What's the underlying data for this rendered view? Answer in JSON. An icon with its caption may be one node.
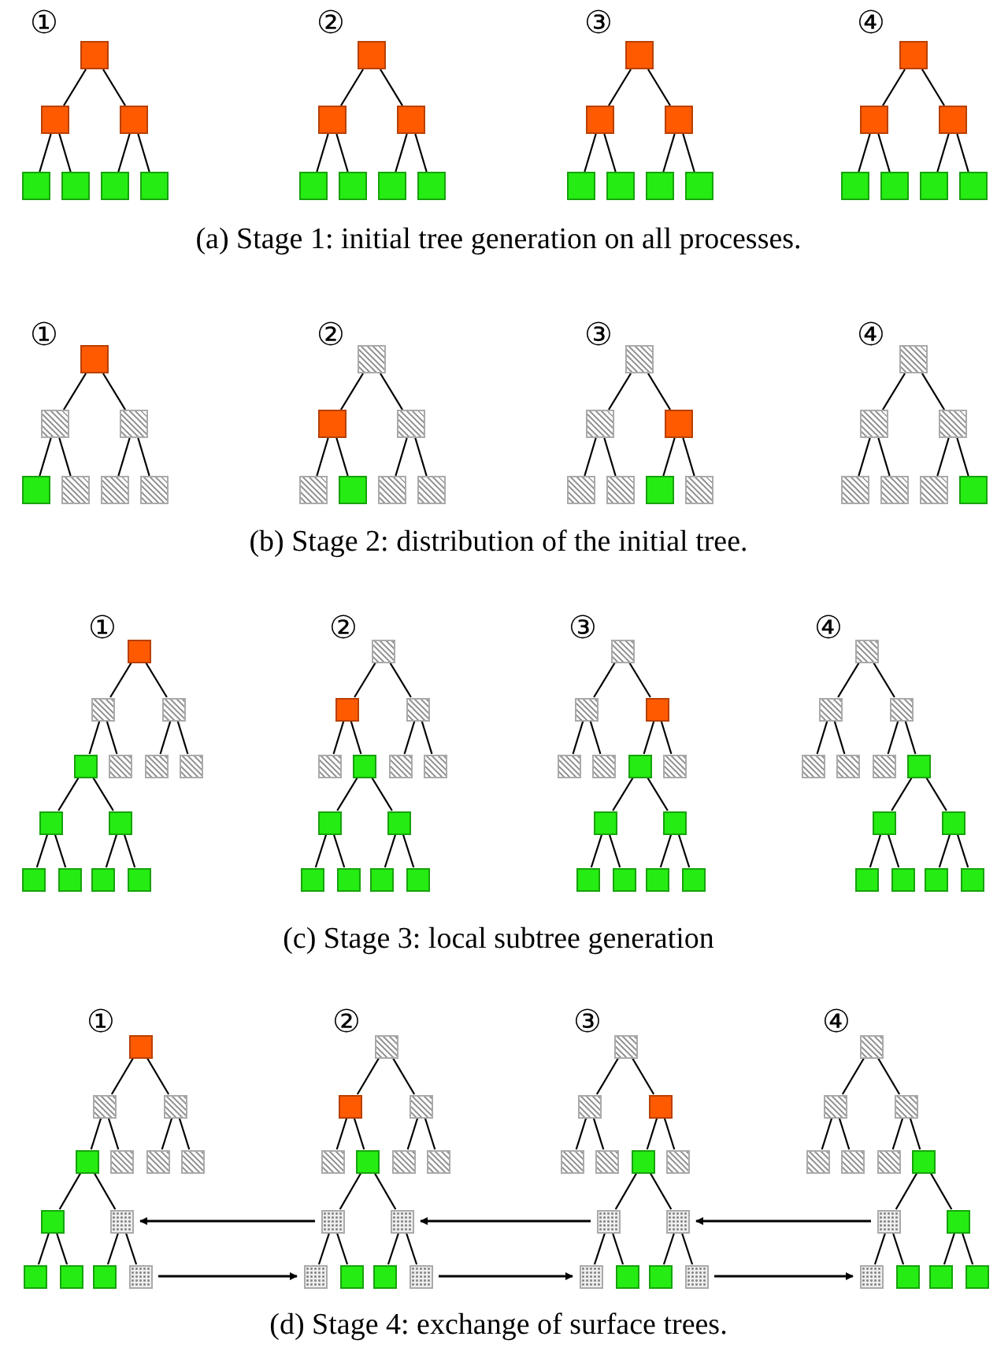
{
  "diagram": {
    "nodes": [
      {
        "text": [],
        "shape": "box"
      },
      {
        "text": [],
        "shape": "box"
      },
      {
        "text": [],
        "shape": "box"
      },
      {
        "text": [],
        "shape": "box"
      },
      {
        "text": [],
        "shape": "box"
      },
      {
        "text": [],
        "shape": "box"
      },
      {
        "text": [],
        "shape": "box"
      },
      {
        "text": [],
        "shape": "box"
      },
      {
        "text": [],
        "shape": "box"
      },
      {
        "text": [],
        "shape": "box"
      },
      {
        "text": [],
        "shape": "box"
      },
      {
        "text": [],
        "shape": "box"
      },
      {
        "text": [],
        "shape": "box"
      },
      {
        "text": [],
        "shape": "box"
      },
      {
        "text": [],
        "shape": "box"
      },
      {
        "text": [],
        "shape": "box"
      },
      {
        "text": [],
        "shape": "box"
      },
      {
        "text": [],
        "shape": "box"
      },
      {
        "text": [],
        "shape": "box"
      },
      {
        "text": [],
        "shape": "box"
      },
      {
        "text": [],
        "shape": "box"
      },
      {
        "text": [],
        "shape": "box"
      },
      {
        "text": [],
        "shape": "box"
      },
      {
        "text": [],
        "shape": "box"
      },
      {
        "text": [],
        "shape": "box"
      },
      {
        "text": [],
        "shape": "box"
      },
      {
        "text": [],
        "shape": "box"
      },
      {
        "text": [],
        "shape": "box"
      },
      {
        "text": [],
        "shape": "box"
      },
      {
        "text": [],
        "shape": "box"
      },
      {
        "text": [],
        "shape": "box"
      },
      {
        "text": [],
        "shape": "box"
      },
      {
        "text": [],
        "shape": "box"
      },
      {
        "text": [],
        "shape": "box"
      },
      {
        "text": [],
        "shape": "box"
      },
      {
        "text": [],
        "shape": "box"
      },
      {
        "text": [],
        "shape": "box"
      },
      {
        "text": [],
        "shape": "box"
      },
      {
        "text": [],
        "shape": "box"
      },
      {
        "text": [],
        "shape": "box"
      },
      {
        "text": [],
        "shape": "box"
      },
      {
        "text": [],
        "shape": "box"
      },
      {
        "text": [],
        "shape": "box"
      },
      {
        "text": [],
        "shape": "box"
      },
      {
        "text": [],
        "shape": "box"
      },
      {
        "text": [],
        "shape": "box"
      },
      {
        "text": [],
        "shape": "box"
      },
      {
        "text": [],
        "shape": "box"
      },
      {
        "text": [],
        "shape": "box"
      },
      {
        "text": [],
        "shape": "box"
      },
      {
        "text": [],
        "shape": "box"
      },
      {
        "text": [],
        "shape": "box"
      },
      {
        "text": [],
        "shape": "box"
      },
      {
        "text": [],
        "shape": "box"
      },
      {
        "text": [],
        "shape": "box"
      },
      {
        "text": [],
        "shape": "box"
      },
      {
        "text": [],
        "shape": "box"
      },
      {
        "text": [],
        "shape": "box"
      },
      {
        "text": [],
        "shape": "box"
      },
      {
        "text": [],
        "shape": "box"
      },
      {
        "text": [],
        "shape": "box"
      },
      {
        "text": [],
        "shape": "box"
      },
      {
        "text": [],
        "shape": "box"
      },
      {
        "text": [],
        "shape": "box"
      },
      {
        "text": [],
        "shape": "box"
      },
      {
        "text": [],
        "shape": "box"
      },
      {
        "text": [],
        "shape": "box"
      },
      {
        "text": [],
        "shape": "box"
      },
      {
        "text": [],
        "shape": "box"
      },
      {
        "text": [],
        "shape": "box"
      },
      {
        "text": [],
        "shape": "box"
      },
      {
        "text": [],
        "shape": "box"
      },
      {
        "text": [],
        "shape": "box"
      },
      {
        "text": [],
        "shape": "box"
      },
      {
        "text": [],
        "shape": "box"
      },
      {
        "text": [],
        "shape": "box"
      },
      {
        "text": [],
        "shape": "box"
      },
      {
        "text": [],
        "shape": "box"
      },
      {
        "text": [],
        "shape": "box"
      },
      {
        "text": [],
        "shape": "box"
      },
      {
        "text": [],
        "shape": "box"
      },
      {
        "text": [],
        "shape": "box"
      },
      {
        "text": [],
        "shape": "box"
      },
      {
        "text": [],
        "shape": "box"
      },
      {
        "text": [],
        "shape": "box"
      },
      {
        "text": [],
        "shape": "box"
      },
      {
        "text": [],
        "shape": "box"
      },
      {
        "text": [],
        "shape": "box"
      },
      {
        "text": [],
        "shape": "box"
      },
      {
        "text": [],
        "shape": "box"
      },
      {
        "text": [],
        "shape": "box"
      },
      {
        "text": [],
        "shape": "box"
      },
      {
        "text": [],
        "shape": "box"
      },
      {
        "text": [],
        "shape": "box"
      },
      {
        "text": [],
        "shape": "box"
      },
      {
        "text": [],
        "shape": "box"
      },
      {
        "text": [],
        "shape": "box"
      },
      {
        "text": [],
        "shape": "box"
      },
      {
        "text": [],
        "shape": "box"
      },
      {
        "text": [],
        "shape": "box"
      },
      {
        "text": [],
        "shape": "box"
      },
      {
        "text": [],
        "shape": "box"
      },
      {
        "text": [],
        "shape": "box"
      },
      {
        "text": [],
        "shape": "box"
      },
      {
        "text": [],
        "shape": "box"
      },
      {
        "text": [],
        "shape": "box"
      },
      {
        "text": [],
        "shape": "box"
      },
      {
        "text": [],
        "shape": "box"
      },
      {
        "text": [],
        "shape": "box"
      },
      {
        "text": [],
        "shape": "box"
      },
      {
        "text": [],
        "shape": "box"
      },
      {
        "text": [],
        "shape": "box"
      },
      {
        "text": [],
        "shape": "box"
      },
      {
        "text": [],
        "shape": "box"
      },
      {
        "text": [],
        "shape": "box"
      },
      {
        "text": [],
        "shape": "box"
      },
      {
        "text": [],
        "shape": "box"
      },
      {
        "text": [],
        "shape": "box"
      },
      {
        "text": [],
        "shape": "box"
      },
      {
        "text": [],
        "shape": "box"
      },
      {
        "text": [],
        "shape": "box"
      },
      {
        "text": [],
        "shape": "box"
      },
      {
        "text": [],
        "shape": "box"
      },
      {
        "text": [],
        "shape": "box"
      },
      {
        "text": [],
        "shape": "box"
      },
      {
        "text": [],
        "shape": "box"
      },
      {
        "text": [],
        "shape": "box"
      },
      {
        "text": [],
        "shape": "box"
      },
      {
        "text": [],
        "shape": "box"
      },
      {
        "text": [],
        "shape": "box"
      },
      {
        "text": [],
        "shape": "box"
      },
      {
        "text": [],
        "shape": "box"
      },
      {
        "text": [],
        "shape": "box"
      },
      {
        "text": [],
        "shape": "box"
      },
      {
        "text": [],
        "shape": "box"
      },
      {
        "text": [],
        "shape": "box"
      },
      {
        "text": [],
        "shape": "box"
      },
      {
        "text": [],
        "shape": "box"
      },
      {
        "text": [],
        "shape": "box"
      },
      {
        "text": [],
        "shape": "box"
      },
      {
        "text": [],
        "shape": "box"
      },
      {
        "text": [],
        "shape": "box"
      },
      {
        "text": [],
        "shape": "box"
      },
      {
        "text": [],
        "shape": "box"
      },
      {
        "text": [],
        "shape": "box"
      },
      {
        "text": [],
        "shape": "box"
      },
      {
        "text": [],
        "shape": "box"
      },
      {
        "text": [],
        "shape": "box"
      },
      {
        "text": [],
        "shape": "box"
      },
      {
        "text": [],
        "shape": "box"
      },
      {
        "text": [],
        "shape": "box"
      },
      {
        "text": [],
        "shape": "box"
      },
      {
        "text": [],
        "shape": "box"
      },
      {
        "text": [],
        "shape": "box"
      },
      {
        "text": [],
        "shape": "box"
      },
      {
        "text": [],
        "shape": "box"
      },
      {
        "text": [],
        "shape": "box"
      },
      {
        "text": [],
        "shape": "box"
      },
      {
        "text": [],
        "shape": "box"
      },
      {
        "text": [],
        "shape": "box"
      }
    ],
    "edges": [
      {
        "from": 0,
        "to": 1,
        "arrow": "none"
      },
      {
        "from": 0,
        "to": 2,
        "arrow": "none"
      },
      {
        "from": 1,
        "to": 3,
        "arrow": "none"
      },
      {
        "from": 1,
        "to": 4,
        "arrow": "none"
      },
      {
        "from": 2,
        "to": 5,
        "arrow": "none"
      },
      {
        "from": 2,
        "to": 6,
        "arrow": "none"
      },
      {
        "from": 7,
        "to": 8,
        "arrow": "none"
      },
      {
        "from": 7,
        "to": 9,
        "arrow": "none"
      },
      {
        "from": 8,
        "to": 10,
        "arrow": "none"
      },
      {
        "from": 8,
        "to": 11,
        "arrow": "none"
      },
      {
        "from": 9,
        "to": 12,
        "arrow": "none"
      },
      {
        "from": 9,
        "to": 13,
        "arrow": "none"
      },
      {
        "from": 14,
        "to": 15,
        "arrow": "none"
      },
      {
        "from": 14,
        "to": 16,
        "arrow": "none"
      },
      {
        "from": 15,
        "to": 17,
        "arrow": "none"
      },
      {
        "from": 15,
        "to": 18,
        "arrow": "none"
      },
      {
        "from": 16,
        "to": 19,
        "arrow": "none"
      },
      {
        "from": 16,
        "to": 20,
        "arrow": "none"
      },
      {
        "from": 21,
        "to": 22,
        "arrow": "none"
      },
      {
        "from": 21,
        "to": 23,
        "arrow": "none"
      },
      {
        "from": 22,
        "to": 24,
        "arrow": "none"
      },
      {
        "from": 22,
        "to": 25,
        "arrow": "none"
      },
      {
        "from": 23,
        "to": 26,
        "arrow": "none"
      },
      {
        "from": 23,
        "to": 27,
        "arrow": "none"
      },
      {
        "from": 28,
        "to": 29,
        "arrow": "none"
      },
      {
        "from": 28,
        "to": 30,
        "arrow": "none"
      },
      {
        "from": 29,
        "to": 31,
        "arrow": "none"
      },
      {
        "from": 29,
        "to": 32,
        "arrow": "none"
      },
      {
        "from": 30,
        "to": 33,
        "arrow": "none"
      },
      {
        "from": 30,
        "to": 34,
        "arrow": "none"
      },
      {
        "from": 35,
        "to": 36,
        "arrow": "none"
      },
      {
        "from": 35,
        "to": 37,
        "arrow": "none"
      },
      {
        "from": 36,
        "to": 38,
        "arrow": "none"
      },
      {
        "from": 36,
        "to": 39,
        "arrow": "none"
      },
      {
        "from": 37,
        "to": 40,
        "arrow": "none"
      },
      {
        "from": 37,
        "to": 41,
        "arrow": "none"
      },
      {
        "from": 42,
        "to": 43,
        "arrow": "none"
      },
      {
        "from": 42,
        "to": 44,
        "arrow": "none"
      },
      {
        "from": 43,
        "to": 45,
        "arrow": "none"
      },
      {
        "from": 43,
        "to": 46,
        "arrow": "none"
      },
      {
        "from": 44,
        "to": 47,
        "arrow": "none"
      },
      {
        "from": 44,
        "to": 48,
        "arrow": "none"
      },
      {
        "from": 49,
        "to": 50,
        "arrow": "none"
      },
      {
        "from": 49,
        "to": 51,
        "arrow": "none"
      },
      {
        "from": 50,
        "to": 52,
        "arrow": "none"
      },
      {
        "from": 50,
        "to": 53,
        "arrow": "none"
      },
      {
        "from": 51,
        "to": 54,
        "arrow": "none"
      },
      {
        "from": 51,
        "to": 55,
        "arrow": "none"
      },
      {
        "from": 56,
        "to": 57,
        "arrow": "none"
      },
      {
        "from": 56,
        "to": 58,
        "arrow": "none"
      },
      {
        "from": 57,
        "to": 59,
        "arrow": "none"
      },
      {
        "from": 57,
        "to": 60,
        "arrow": "none"
      },
      {
        "from": 58,
        "to": 61,
        "arrow": "none"
      },
      {
        "from": 58,
        "to": 62,
        "arrow": "none"
      },
      {
        "from": 59,
        "to": 63,
        "arrow": "none"
      },
      {
        "from": 59,
        "to": 64,
        "arrow": "none"
      },
      {
        "from": 63,
        "to": 65,
        "arrow": "none"
      },
      {
        "from": 63,
        "to": 66,
        "arrow": "none"
      },
      {
        "from": 64,
        "to": 67,
        "arrow": "none"
      },
      {
        "from": 64,
        "to": 68,
        "arrow": "none"
      },
      {
        "from": 69,
        "to": 70,
        "arrow": "none"
      },
      {
        "from": 69,
        "to": 71,
        "arrow": "none"
      },
      {
        "from": 70,
        "to": 72,
        "arrow": "none"
      },
      {
        "from": 70,
        "to": 73,
        "arrow": "none"
      },
      {
        "from": 71,
        "to": 74,
        "arrow": "none"
      },
      {
        "from": 71,
        "to": 75,
        "arrow": "none"
      },
      {
        "from": 73,
        "to": 76,
        "arrow": "none"
      },
      {
        "from": 73,
        "to": 77,
        "arrow": "none"
      },
      {
        "from": 76,
        "to": 78,
        "arrow": "none"
      },
      {
        "from": 76,
        "to": 79,
        "arrow": "none"
      },
      {
        "from": 77,
        "to": 80,
        "arrow": "none"
      },
      {
        "from": 77,
        "to": 81,
        "arrow": "none"
      },
      {
        "from": 82,
        "to": 83,
        "arrow": "none"
      },
      {
        "from": 82,
        "to": 84,
        "arrow": "none"
      },
      {
        "from": 83,
        "to": 85,
        "arrow": "none"
      },
      {
        "from": 83,
        "to": 86,
        "arrow": "none"
      },
      {
        "from": 84,
        "to": 87,
        "arrow": "none"
      },
      {
        "from": 84,
        "to": 88,
        "arrow": "none"
      },
      {
        "from": 87,
        "to": 89,
        "arrow": "none"
      },
      {
        "from": 87,
        "to": 90,
        "arrow": "none"
      },
      {
        "from": 89,
        "to": 91,
        "arrow": "none"
      },
      {
        "from": 89,
        "to": 92,
        "arrow": "none"
      },
      {
        "from": 90,
        "to": 93,
        "arrow": "none"
      },
      {
        "from": 90,
        "to": 94,
        "arrow": "none"
      },
      {
        "from": 95,
        "to": 96,
        "arrow": "none"
      },
      {
        "from": 95,
        "to": 97,
        "arrow": "none"
      },
      {
        "from": 96,
        "to": 98,
        "arrow": "none"
      },
      {
        "from": 96,
        "to": 99,
        "arrow": "none"
      },
      {
        "from": 97,
        "to": 100,
        "arrow": "none"
      },
      {
        "from": 97,
        "to": 101,
        "arrow": "none"
      },
      {
        "from": 101,
        "to": 102,
        "arrow": "none"
      },
      {
        "from": 101,
        "to": 103,
        "arrow": "none"
      },
      {
        "from": 102,
        "to": 104,
        "arrow": "none"
      },
      {
        "from": 102,
        "to": 105,
        "arrow": "none"
      },
      {
        "from": 103,
        "to": 106,
        "arrow": "none"
      },
      {
        "from": 103,
        "to": 107,
        "arrow": "none"
      },
      {
        "from": 108,
        "to": 109,
        "arrow": "none"
      },
      {
        "from": 108,
        "to": 110,
        "arrow": "none"
      },
      {
        "from": 109,
        "to": 111,
        "arrow": "none"
      },
      {
        "from": 109,
        "to": 112,
        "arrow": "none"
      },
      {
        "from": 110,
        "to": 113,
        "arrow": "none"
      },
      {
        "from": 110,
        "to": 114,
        "arrow": "none"
      },
      {
        "from": 111,
        "to": 115,
        "arrow": "none"
      },
      {
        "from": 111,
        "to": 116,
        "arrow": "none"
      },
      {
        "from": 115,
        "to": 117,
        "arrow": "none"
      },
      {
        "from": 115,
        "to": 118,
        "arrow": "none"
      },
      {
        "from": 116,
        "to": 119,
        "arrow": "none"
      },
      {
        "from": 116,
        "to": 120,
        "arrow": "none"
      },
      {
        "from": 121,
        "to": 122,
        "arrow": "none"
      },
      {
        "from": 121,
        "to": 123,
        "arrow": "none"
      },
      {
        "from": 122,
        "to": 124,
        "arrow": "none"
      },
      {
        "from": 122,
        "to": 125,
        "arrow": "none"
      },
      {
        "from": 123,
        "to": 126,
        "arrow": "none"
      },
      {
        "from": 123,
        "to": 127,
        "arrow": "none"
      },
      {
        "from": 125,
        "to": 128,
        "arrow": "none"
      },
      {
        "from": 125,
        "to": 129,
        "arrow": "none"
      },
      {
        "from": 128,
        "to": 130,
        "arrow": "none"
      },
      {
        "from": 128,
        "to": 131,
        "arrow": "none"
      },
      {
        "from": 129,
        "to": 132,
        "arrow": "none"
      },
      {
        "from": 129,
        "to": 133,
        "arrow": "none"
      },
      {
        "from": 134,
        "to": 135,
        "arrow": "none"
      },
      {
        "from": 134,
        "to": 136,
        "arrow": "none"
      },
      {
        "from": 135,
        "to": 137,
        "arrow": "none"
      },
      {
        "from": 135,
        "to": 138,
        "arrow": "none"
      },
      {
        "from": 136,
        "to": 139,
        "arrow": "none"
      },
      {
        "from": 136,
        "to": 140,
        "arrow": "none"
      },
      {
        "from": 139,
        "to": 141,
        "arrow": "none"
      },
      {
        "from": 139,
        "to": 142,
        "arrow": "none"
      },
      {
        "from": 141,
        "to": 143,
        "arrow": "none"
      },
      {
        "from": 141,
        "to": 144,
        "arrow": "none"
      },
      {
        "from": 142,
        "to": 145,
        "arrow": "none"
      },
      {
        "from": 142,
        "to": 146,
        "arrow": "none"
      },
      {
        "from": 147,
        "to": 148,
        "arrow": "none"
      },
      {
        "from": 147,
        "to": 149,
        "arrow": "none"
      },
      {
        "from": 148,
        "to": 150,
        "arrow": "none"
      },
      {
        "from": 148,
        "to": 151,
        "arrow": "none"
      },
      {
        "from": 149,
        "to": 152,
        "arrow": "none"
      },
      {
        "from": 149,
        "to": 153,
        "arrow": "none"
      },
      {
        "from": 153,
        "to": 154,
        "arrow": "none"
      },
      {
        "from": 153,
        "to": 155,
        "arrow": "none"
      },
      {
        "from": 154,
        "to": 156,
        "arrow": "none"
      },
      {
        "from": 154,
        "to": 157,
        "arrow": "none"
      },
      {
        "from": 155,
        "to": 158,
        "arrow": "none"
      },
      {
        "from": 155,
        "to": 159,
        "arrow": "none"
      },
      {
        "from": 128,
        "to": 116,
        "arrow": "to"
      },
      {
        "from": 120,
        "to": 130,
        "arrow": "to"
      },
      {
        "from": 141,
        "to": 129,
        "arrow": "to"
      },
      {
        "from": 133,
        "to": 143,
        "arrow": "to"
      },
      {
        "from": 154,
        "to": 142,
        "arrow": "to"
      },
      {
        "from": 146,
        "to": 156,
        "arrow": "to"
      }
    ],
    "labels": [
      "①",
      "②",
      "③",
      "④",
      "(a) Stage 1: initial tree generation on all processes.",
      "①",
      "②",
      "③",
      "④",
      "(b) Stage 2: distribution of the initial tree.",
      "①",
      "②",
      "③",
      "④",
      "(c) Stage 3: local subtree generation",
      "①",
      "②",
      "③",
      "④",
      "(d) Stage 4: exchange of surface trees."
    ]
  }
}
